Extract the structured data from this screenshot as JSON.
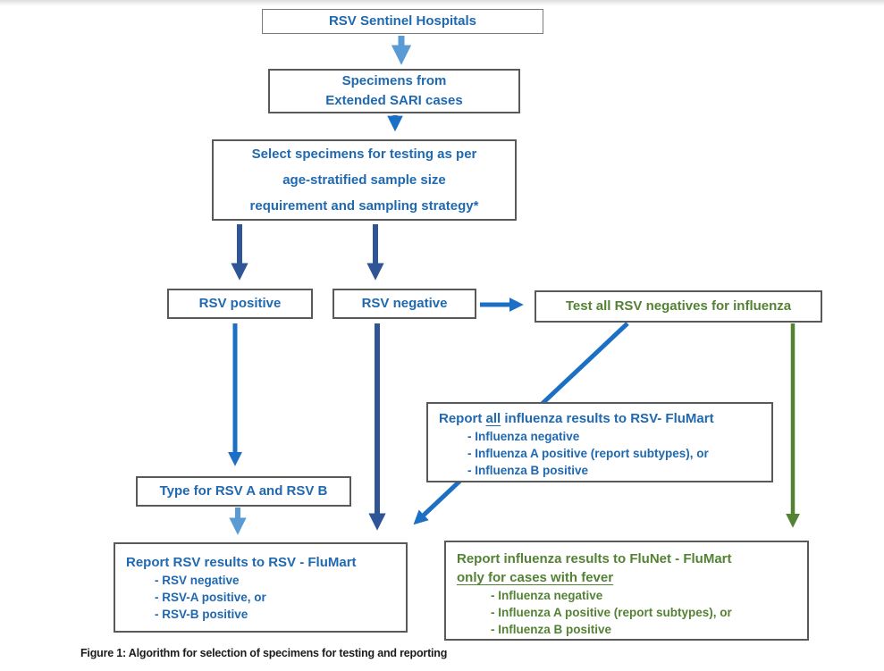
{
  "figure": {
    "caption": "Figure 1: Algorithm for selection of specimens for testing and reporting"
  },
  "colors": {
    "blue_text": "#2069b0",
    "green_text": "#548235",
    "arrow_light_blue": "#5B9BD5",
    "arrow_bright_blue": "#1B6FC4",
    "arrow_navy": "#2F5597",
    "arrow_green": "#548235",
    "box_border": "#595959"
  },
  "nodes": {
    "sentinel": {
      "label": "RSV Sentinel Hospitals"
    },
    "specimens": {
      "line1": "Specimens from",
      "line2": "Extended SARI cases"
    },
    "select": {
      "line1": "Select specimens for testing as per",
      "line2": "age-stratified sample size",
      "line3": "requirement and sampling strategy*"
    },
    "rsv_positive": {
      "label": "RSV positive"
    },
    "rsv_negative": {
      "label": "RSV negative"
    },
    "test_negatives": {
      "label": "Test all RSV negatives for influenza"
    },
    "report_influenza_flumart": {
      "title_prefix": "Report",
      "title_underline": "all",
      "title_suffix": "influenza results to RSV- FluMart",
      "bullets": [
        "- Influenza negative",
        "- Influenza A positive (report subtypes), or",
        "- Influenza B positive"
      ]
    },
    "type_rsv": {
      "label": "Type for RSV A and RSV B"
    },
    "report_rsv": {
      "title": "Report RSV results to RSV - FluMart",
      "bullets": [
        "- RSV negative",
        "- RSV-A positive, or",
        "- RSV-B positive"
      ]
    },
    "report_flunet": {
      "title_line1": "Report influenza results to FluNet - FluMart",
      "title_line2": "only for cases with fever",
      "bullets": [
        "- Influenza negative",
        "- Influenza A positive (report subtypes), or",
        "- Influenza B positive"
      ]
    }
  }
}
